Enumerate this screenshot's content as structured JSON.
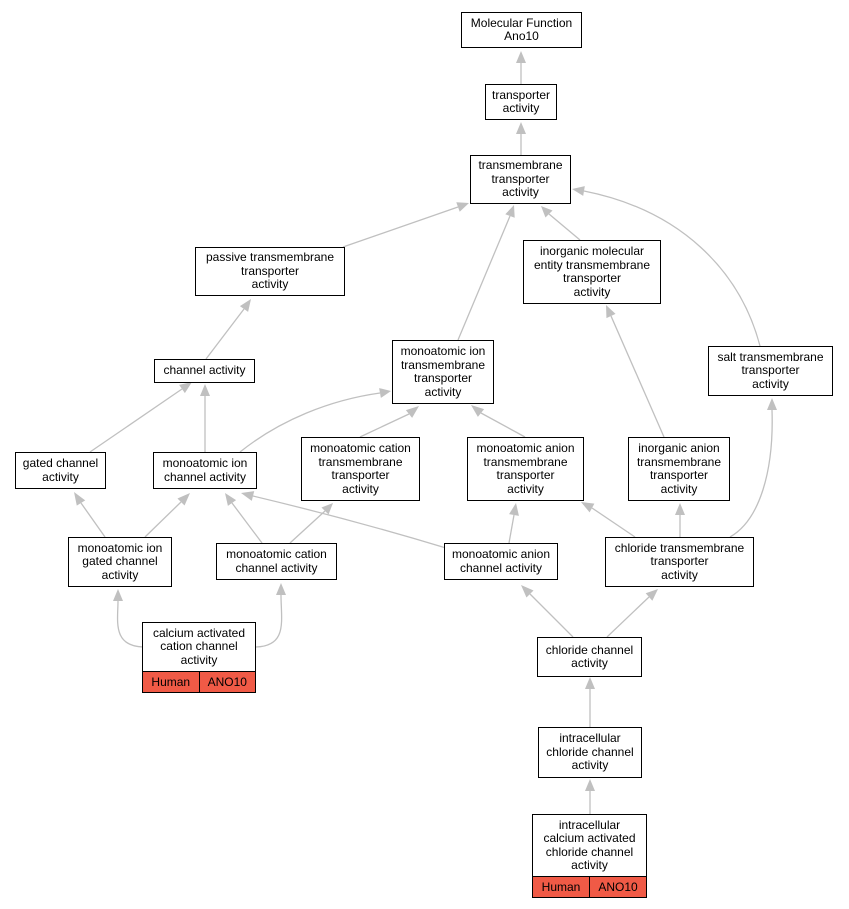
{
  "colors": {
    "edge": "#c0c0c0",
    "node_border": "#000000",
    "annotation_fill": "#f05a46"
  },
  "nodes": [
    {
      "label": "Molecular Function\nAno10"
    },
    {
      "label": "transporter\nactivity"
    },
    {
      "label": "transmembrane\ntransporter\nactivity"
    },
    {
      "label": "passive transmembrane\ntransporter\nactivity"
    },
    {
      "label": "inorganic molecular\nentity transmembrane\ntransporter\nactivity"
    },
    {
      "label": "channel activity"
    },
    {
      "label": "monoatomic ion\ntransmembrane\ntransporter\nactivity"
    },
    {
      "label": "salt transmembrane\ntransporter\nactivity"
    },
    {
      "label": "gated channel\nactivity"
    },
    {
      "label": "monoatomic ion\nchannel activity"
    },
    {
      "label": "monoatomic cation\ntransmembrane\ntransporter\nactivity"
    },
    {
      "label": "monoatomic anion\ntransmembrane\ntransporter\nactivity"
    },
    {
      "label": "inorganic anion\ntransmembrane\ntransporter\nactivity"
    },
    {
      "label": "monoatomic ion\ngated channel\nactivity"
    },
    {
      "label": "monoatomic cation\nchannel activity"
    },
    {
      "label": "monoatomic anion\nchannel activity"
    },
    {
      "label": "chloride transmembrane\ntransporter\nactivity"
    },
    {
      "label": "calcium activated\ncation channel\nactivity",
      "species": "Human",
      "gene": "ANO10"
    },
    {
      "label": "chloride channel\nactivity"
    },
    {
      "label": "intracellular\nchloride channel\nactivity"
    },
    {
      "label": "intracellular\ncalcium activated\nchloride channel\nactivity",
      "species": "Human",
      "gene": "ANO10"
    }
  ]
}
